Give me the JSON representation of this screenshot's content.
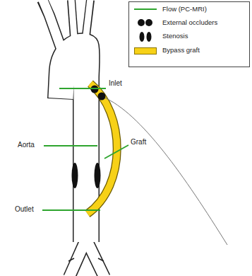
{
  "diagram": {
    "labels": [
      "Inlet",
      "Aorta",
      "Graft",
      "Outlet"
    ],
    "legend": [
      {
        "text": "Flow (PC-MRI)"
      },
      {
        "text": "External occluders"
      },
      {
        "text": "Stenosis"
      },
      {
        "text": "Bypass graft",
        "color": "#f7d117"
      }
    ]
  }
}
